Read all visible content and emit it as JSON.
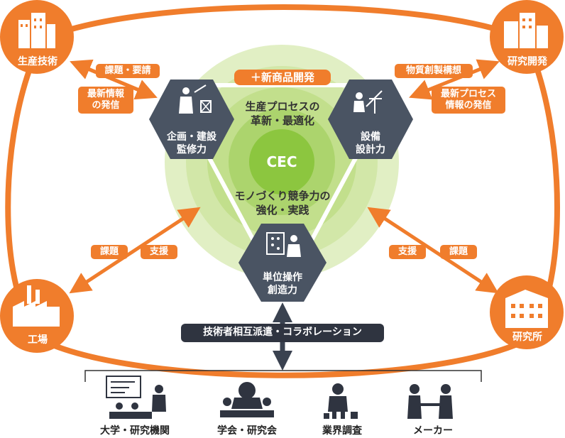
{
  "colors": {
    "orange": "#f07d2c",
    "dark_slate": "#4a5463",
    "green": "#8cc63f",
    "light_green": "#e1efc4",
    "navy": "#2f3440"
  },
  "corners": {
    "top_left": "生産技術",
    "top_right": "研究開発",
    "bottom_left": "工場",
    "bottom_right": "研究所"
  },
  "arrows": {
    "top_left_out": "課題・要請",
    "top_left_in": "最新情報\nの発信",
    "top_right_out": "物質創製構想",
    "top_right_in": "最新プロセス\n情報の発信",
    "bottom_left_a": "課題",
    "bottom_left_b": "支援",
    "bottom_right_a": "支援",
    "bottom_right_b": "課題"
  },
  "center": {
    "banner": "＋新商品開発",
    "top_text": "生産プロセスの\n革新・最適化",
    "core": "CEC",
    "bottom_text": "モノづくり競争力の\n強化・実践"
  },
  "hexagons": {
    "left": "企画・建設\n監修力",
    "right": "設備\n設計力",
    "bottom": "単位操作\n創造力"
  },
  "collaboration_bar": "技術者相互派遣・コラボレーション",
  "partners": [
    "大学・研究機関",
    "学会・研究会",
    "業界調査",
    "メーカー"
  ],
  "icons": [
    "factory-building-icon",
    "lab-building-icon",
    "factory-icon",
    "research-building-icon",
    "engineer-icon",
    "designer-icon",
    "operator-icon",
    "lecture-icon",
    "conference-icon",
    "market-survey-icon",
    "handshake-icon"
  ]
}
